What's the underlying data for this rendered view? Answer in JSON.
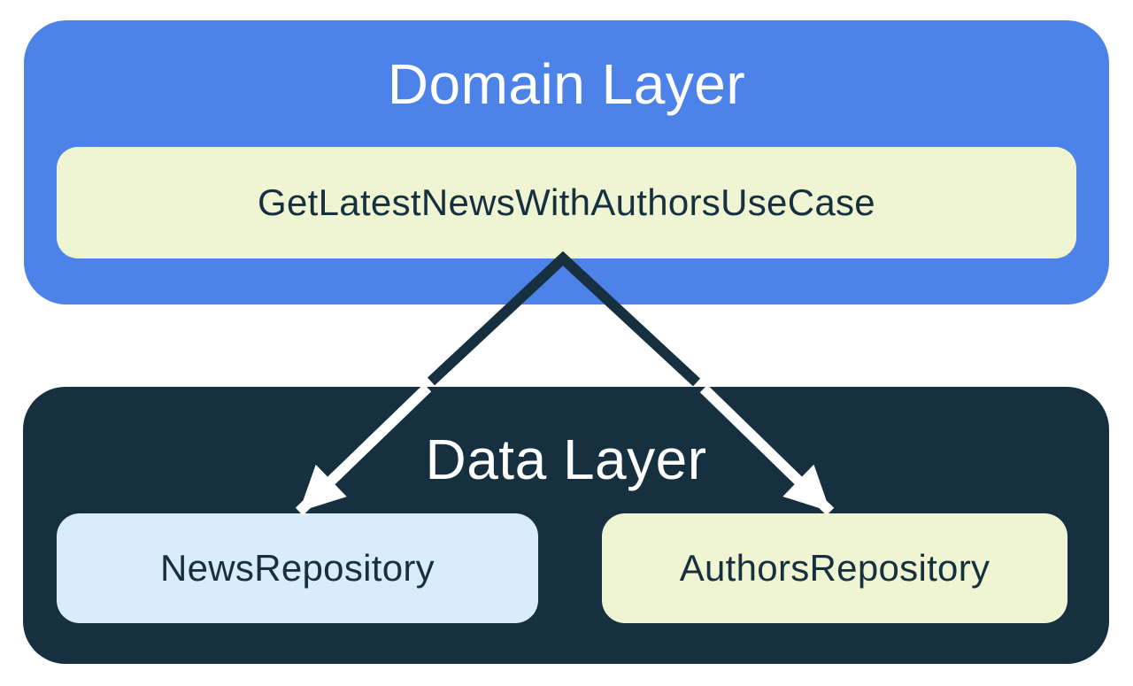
{
  "diagram": {
    "domain_layer": {
      "title": "Domain Layer",
      "use_case_label": "GetLatestNewsWithAuthorsUseCase"
    },
    "data_layer": {
      "title": "Data Layer",
      "news_repository_label": "NewsRepository",
      "authors_repository_label": "AuthorsRepository"
    },
    "arrows": [
      {
        "from": "GetLatestNewsWithAuthorsUseCase",
        "to": "NewsRepository"
      },
      {
        "from": "GetLatestNewsWithAuthorsUseCase",
        "to": "AuthorsRepository"
      }
    ],
    "colors": {
      "domain_bg": "#4D82E8",
      "data_bg": "#16303F",
      "use_case_bg": "#EFF5D3",
      "news_bg": "#D9ECFB",
      "authors_bg": "#EFF5D3",
      "title_text": "#FFFFFF",
      "box_text": "#16303F",
      "arrow_dark": "#16303F",
      "arrow_light": "#FFFFFF",
      "page_bg": "#FFFFFF"
    }
  }
}
